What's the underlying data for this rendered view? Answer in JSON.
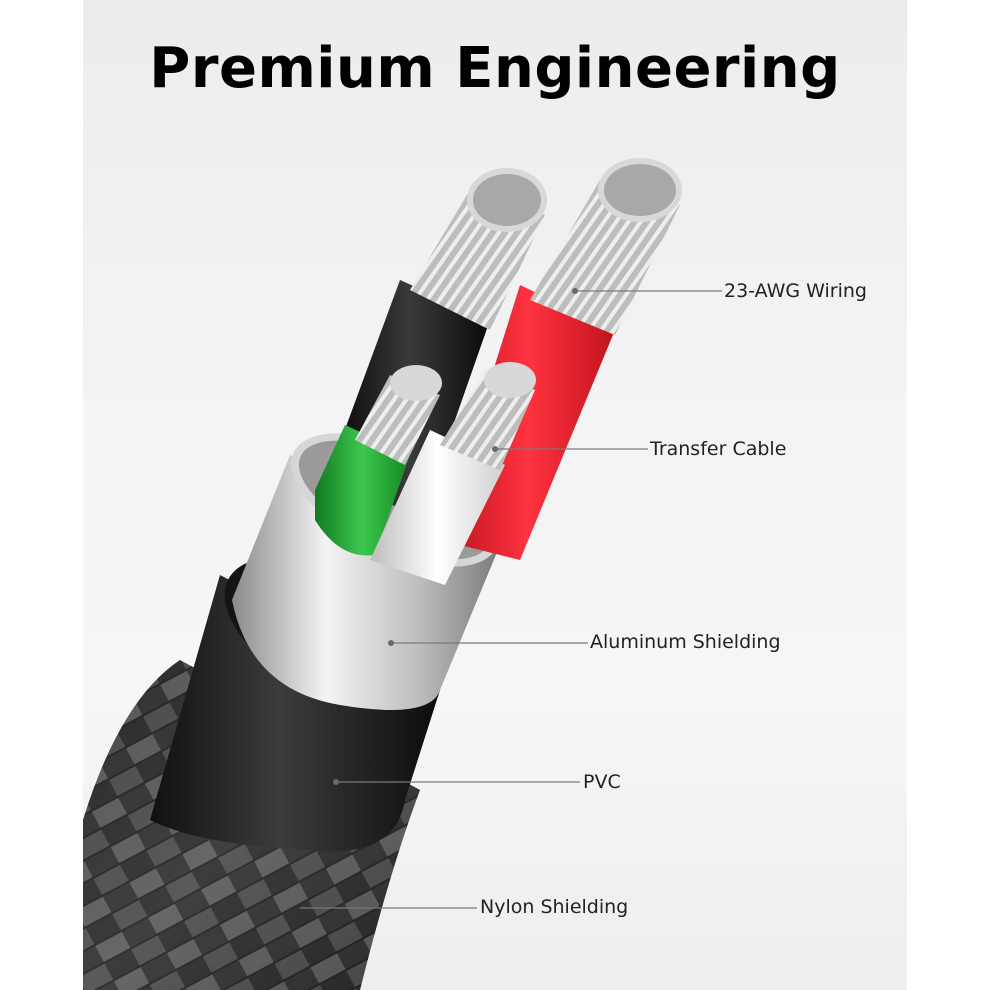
{
  "title": "Premium Engineering",
  "labels": {
    "wiring": "23-AWG Wiring",
    "transfer": "Transfer Cable",
    "aluminum": "Aluminum Shielding",
    "pvc": "PVC",
    "nylon": "Nylon Shielding"
  },
  "colors": {
    "red_wire": "#e01f2a",
    "green_wire": "#22a436",
    "white_wire": "#e6e6e6",
    "black_wire": "#1a1a1a",
    "aluminum": "#c9c9c9",
    "pvc": "#222222"
  }
}
